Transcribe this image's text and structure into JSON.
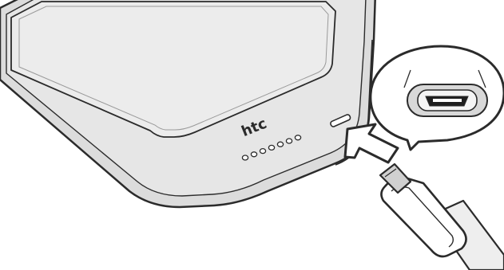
{
  "phone": {
    "brand_logo": "htc",
    "speaker_hole_count": 7
  },
  "callout": {
    "subject": "micro-usb-port"
  },
  "arrow": {
    "direction": "up-left",
    "meaning": "insert-cable"
  },
  "colors": {
    "outline": "#2b2b2b",
    "body_fill": "#dcdcdc",
    "screen_fill": "#ececec",
    "bezel_fill": "#d6d6d6",
    "accent_fill": "#ffffff"
  }
}
